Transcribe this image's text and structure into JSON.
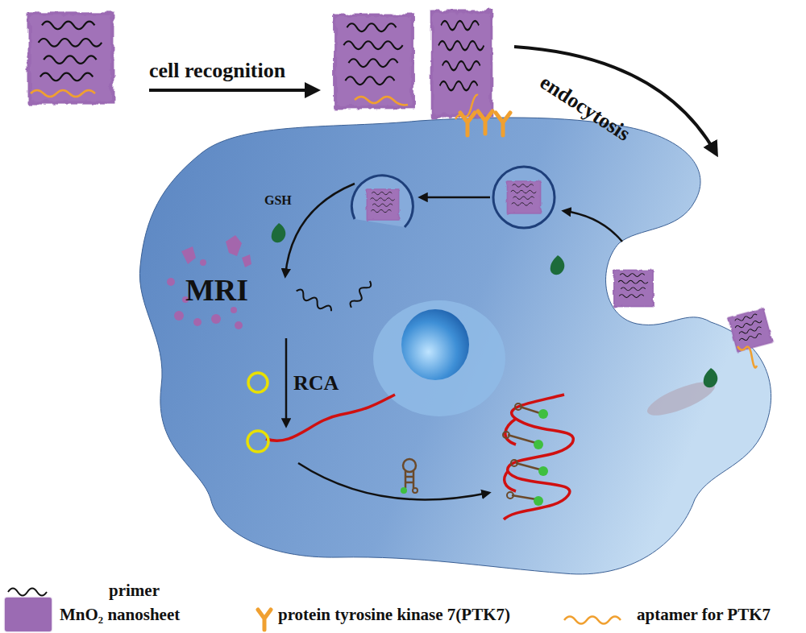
{
  "diagram": {
    "labels": [
      "cell recognition",
      "endocytosis",
      "GSH",
      "MRI",
      "RCA"
    ],
    "legend": [
      {
        "text": "primer"
      },
      {
        "text": "MnO₂ nanosheet",
        "color": "#9b6bb3"
      },
      {
        "text": "protein tyrosine kinase 7(PTK7)"
      },
      {
        "text": "aptamer for PTK7"
      }
    ]
  }
}
